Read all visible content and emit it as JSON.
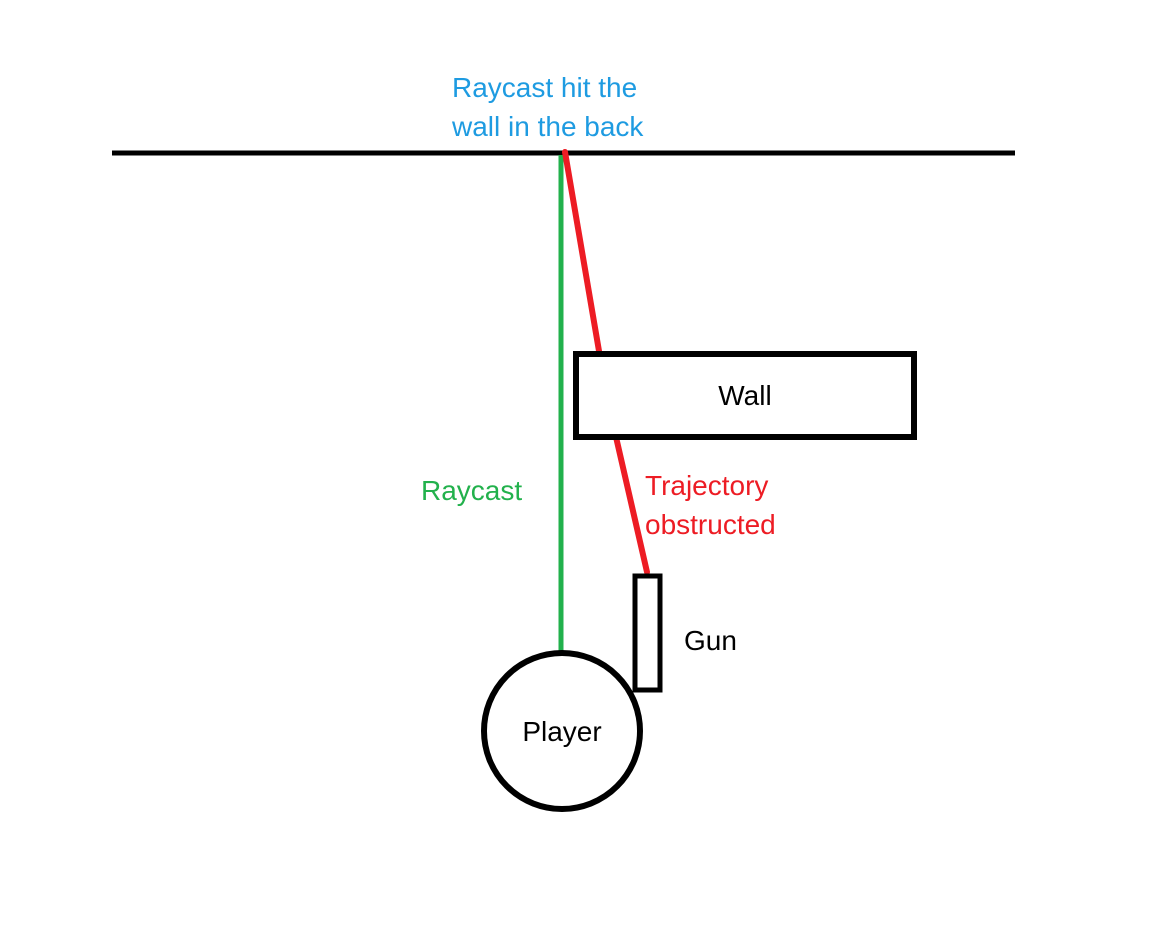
{
  "diagram": {
    "background_color": "#ffffff",
    "colors": {
      "ink": "#000000",
      "raycast_green": "#22B14C",
      "trajectory_red": "#ED1C24",
      "annotation_blue": "#1E9BE1"
    },
    "labels": {
      "hit_annotation_line1": "Raycast hit the",
      "hit_annotation_line2": "wall in the back",
      "wall": "Wall",
      "raycast": "Raycast",
      "trajectory_line1": "Trajectory",
      "trajectory_line2": "obstructed",
      "gun": "Gun",
      "player": "Player"
    }
  }
}
